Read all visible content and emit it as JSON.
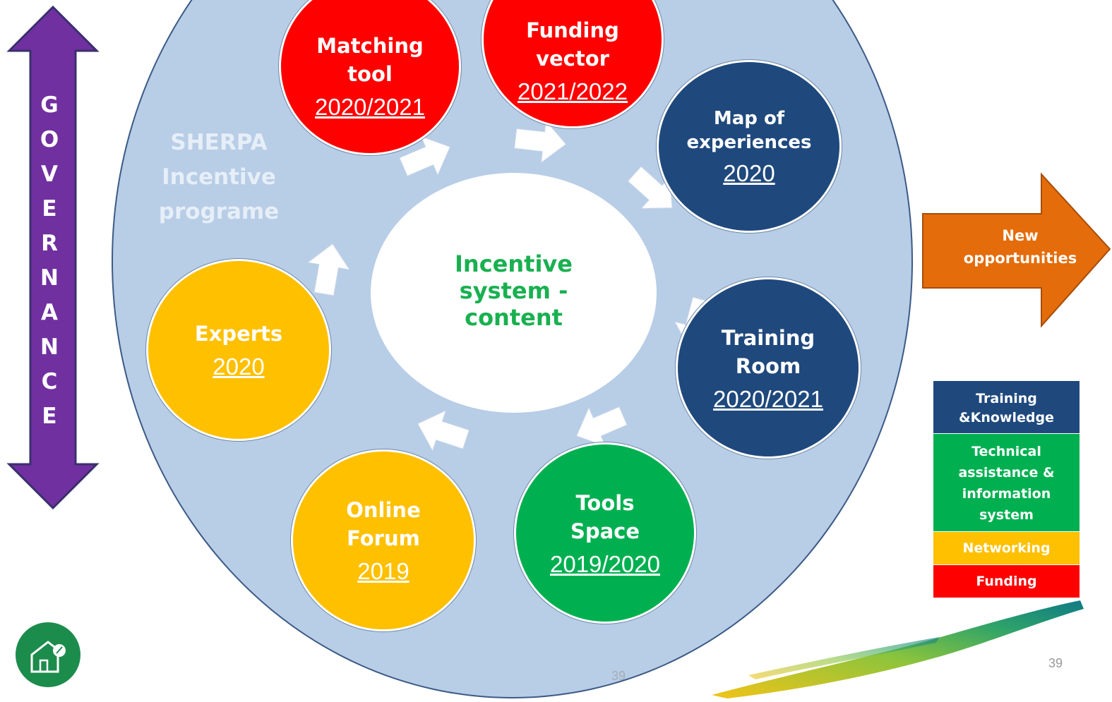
{
  "program_label": [
    "SHERPA",
    "Incentive",
    "programe"
  ],
  "center": [
    "Incentive",
    "system -",
    "content"
  ],
  "governance_letters": [
    "G",
    "O",
    "V",
    "E",
    "R",
    "N",
    "A",
    "N",
    "C",
    "E"
  ],
  "nodes": [
    {
      "lines": [
        "Matching",
        "tool"
      ],
      "year": "2020/2021",
      "category": "Funding"
    },
    {
      "lines": [
        "Funding",
        "vector"
      ],
      "year": "2021/2022",
      "category": "Funding"
    },
    {
      "lines": [
        "Map of",
        "experiences"
      ],
      "year": "2020",
      "category": "Training &Knowledge"
    },
    {
      "lines": [
        "Training",
        "Room"
      ],
      "year": "2020/2021",
      "category": "Training &Knowledge"
    },
    {
      "lines": [
        "Tools",
        "Space"
      ],
      "year": "2019/2020",
      "category": "Technical assistance & information system"
    },
    {
      "lines": [
        "Online",
        "Forum"
      ],
      "year": "2019",
      "category": "Networking"
    },
    {
      "lines": [
        "Experts"
      ],
      "year": "2020",
      "category": "Networking"
    }
  ],
  "new_opportunities": [
    "New",
    "opportunities"
  ],
  "legend": [
    {
      "lines": [
        "Training",
        "&Knowledge"
      ],
      "color": "#1f497d"
    },
    {
      "lines": [
        "Technical",
        "assistance &",
        "information",
        "system"
      ],
      "color": "#00b050"
    },
    {
      "lines": [
        "Networking"
      ],
      "color": "#ffc000"
    },
    {
      "lines": [
        "Funding"
      ],
      "color": "#ff0000"
    }
  ],
  "page_number": "39",
  "page_number_faint": "39",
  "colors": {
    "funding": "#ff0000",
    "training": "#1f497d",
    "technical": "#00b050",
    "networking": "#ffc000",
    "governance_arrow": "#7030a0",
    "opportunities_arrow": "#e46c0a",
    "program_circle": "#b8cde6",
    "center_text": "#19b050"
  }
}
